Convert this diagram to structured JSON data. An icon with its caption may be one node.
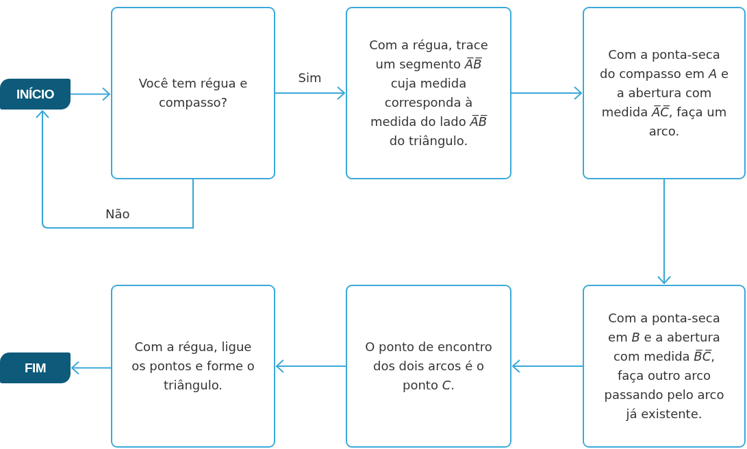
{
  "diagram": {
    "nodes": [
      {
        "text": [
          "INÍCIO"
        ]
      },
      {
        "text": [
          "Você tem régua e compasso?"
        ]
      },
      {
        "text": [
          "Com a régua, trace um segmento *A̅B̅* cuja medida corresponda à medida do lado *A̅B̅* do triângulo."
        ]
      },
      {
        "text": [
          "Com a ponta-seca do compasso em *A* e a abertura com medida *A̅C̅*, faça um arco."
        ]
      },
      {
        "text": [
          "Com a ponta-seca em *B* e a abertura com medida *B̅C̅*, faça outro arco passando pelo arco já existente."
        ]
      },
      {
        "text": [
          "O ponto de encontro dos dois arcos é o ponto *C*."
        ]
      },
      {
        "text": [
          "Com a régua, ligue os pontos e forme o triângulo."
        ]
      },
      {
        "text": [
          "FIM"
        ]
      }
    ],
    "edges": [
      {
        "from": 0,
        "to": 1,
        "arrow": "to"
      },
      {
        "from": 1,
        "to": 2,
        "arrow": "to",
        "label": "Sim"
      },
      {
        "from": 1,
        "to": 0,
        "arrow": "to",
        "label": "Não"
      },
      {
        "from": 2,
        "to": 3,
        "arrow": "to"
      },
      {
        "from": 3,
        "to": 4,
        "arrow": "to"
      },
      {
        "from": 4,
        "to": 5,
        "arrow": "to"
      },
      {
        "from": 5,
        "to": 6,
        "arrow": "to"
      },
      {
        "from": 6,
        "to": 7,
        "arrow": "to"
      }
    ]
  }
}
